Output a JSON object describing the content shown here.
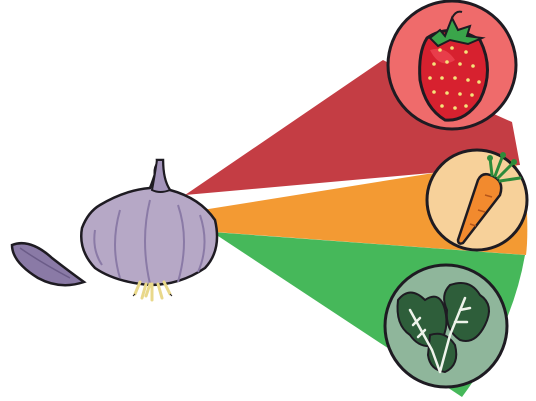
{
  "colors": {
    "background": "#ffffff",
    "ray_red": "#c43d44",
    "ray_orange": "#f39a33",
    "ray_green": "#46b85a",
    "strawberry_circle": "#ef6b6b",
    "carrot_circle": "#f7d19a",
    "greens_circle": "#8fb69b",
    "garlic_body": "#b6a8c6",
    "garlic_shadow": "#8a7aa6",
    "outline": "#1e1b22"
  },
  "items": [
    {
      "icon": "strawberry-icon",
      "color_group": "red"
    },
    {
      "icon": "carrot-icon",
      "color_group": "orange"
    },
    {
      "icon": "leafy-greens-icon",
      "color_group": "green"
    }
  ],
  "source": {
    "icon": "garlic-bulb-icon"
  }
}
